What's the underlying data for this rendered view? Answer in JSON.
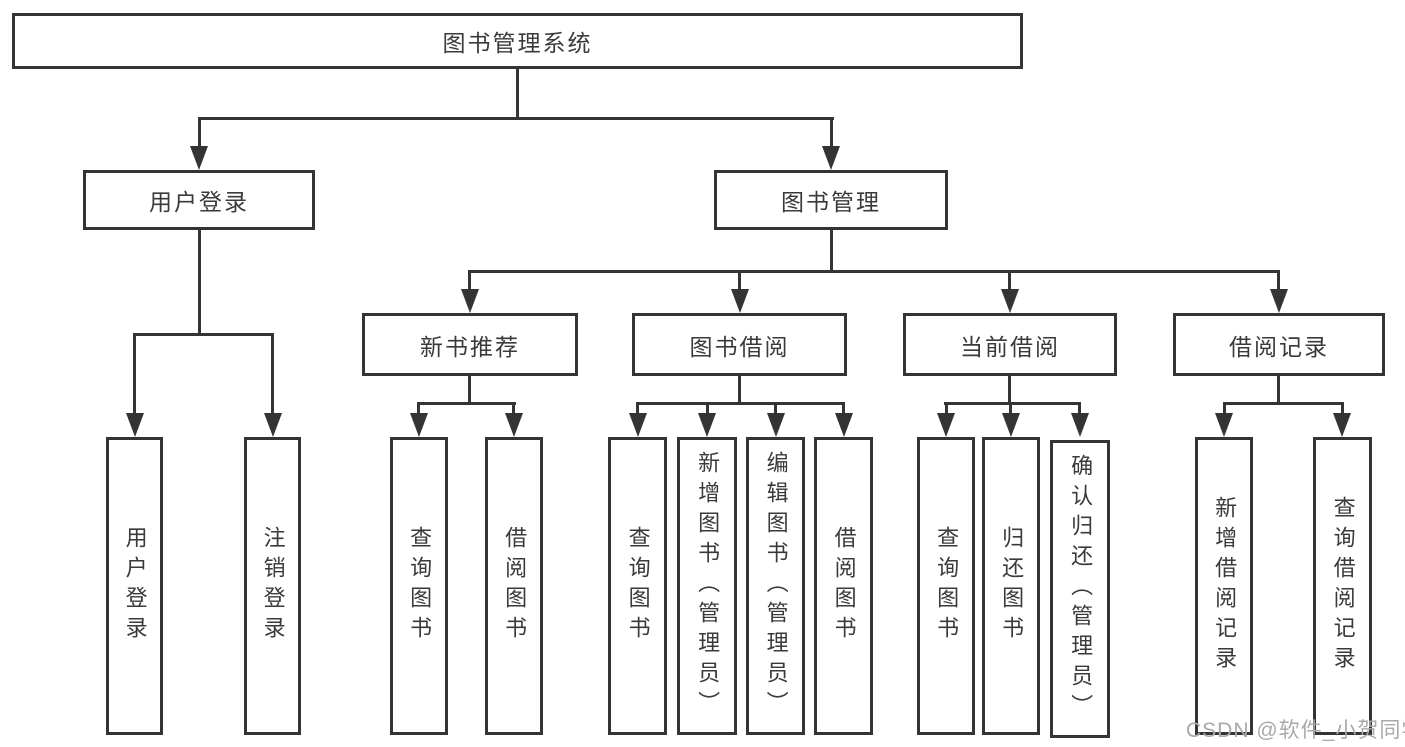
{
  "diagram": {
    "type": "hierarchy",
    "root": "图书管理系统",
    "level2": [
      "用户登录",
      "图书管理"
    ],
    "level3": [
      "新书推荐",
      "图书借阅",
      "当前借阅",
      "借阅记录"
    ],
    "leaves": {
      "user_login": [
        "用户登录",
        "注销登录"
      ],
      "new_book": [
        "查询图书",
        "借阅图书"
      ],
      "borrow": [
        "查询图书",
        "新增图书（管理员）",
        "编辑图书（管理员）",
        "借阅图书"
      ],
      "current": [
        "查询图书",
        "归还图书",
        "确认归还（管理员）"
      ],
      "records": [
        "新增借阅记录",
        "查询借阅记录"
      ]
    }
  },
  "watermark": "CSDN @软件_小贺同学",
  "colors": {
    "line": "#343434",
    "text": "#3a3a3a",
    "watermark": "#a9a9a9",
    "background": "#ffffff"
  }
}
